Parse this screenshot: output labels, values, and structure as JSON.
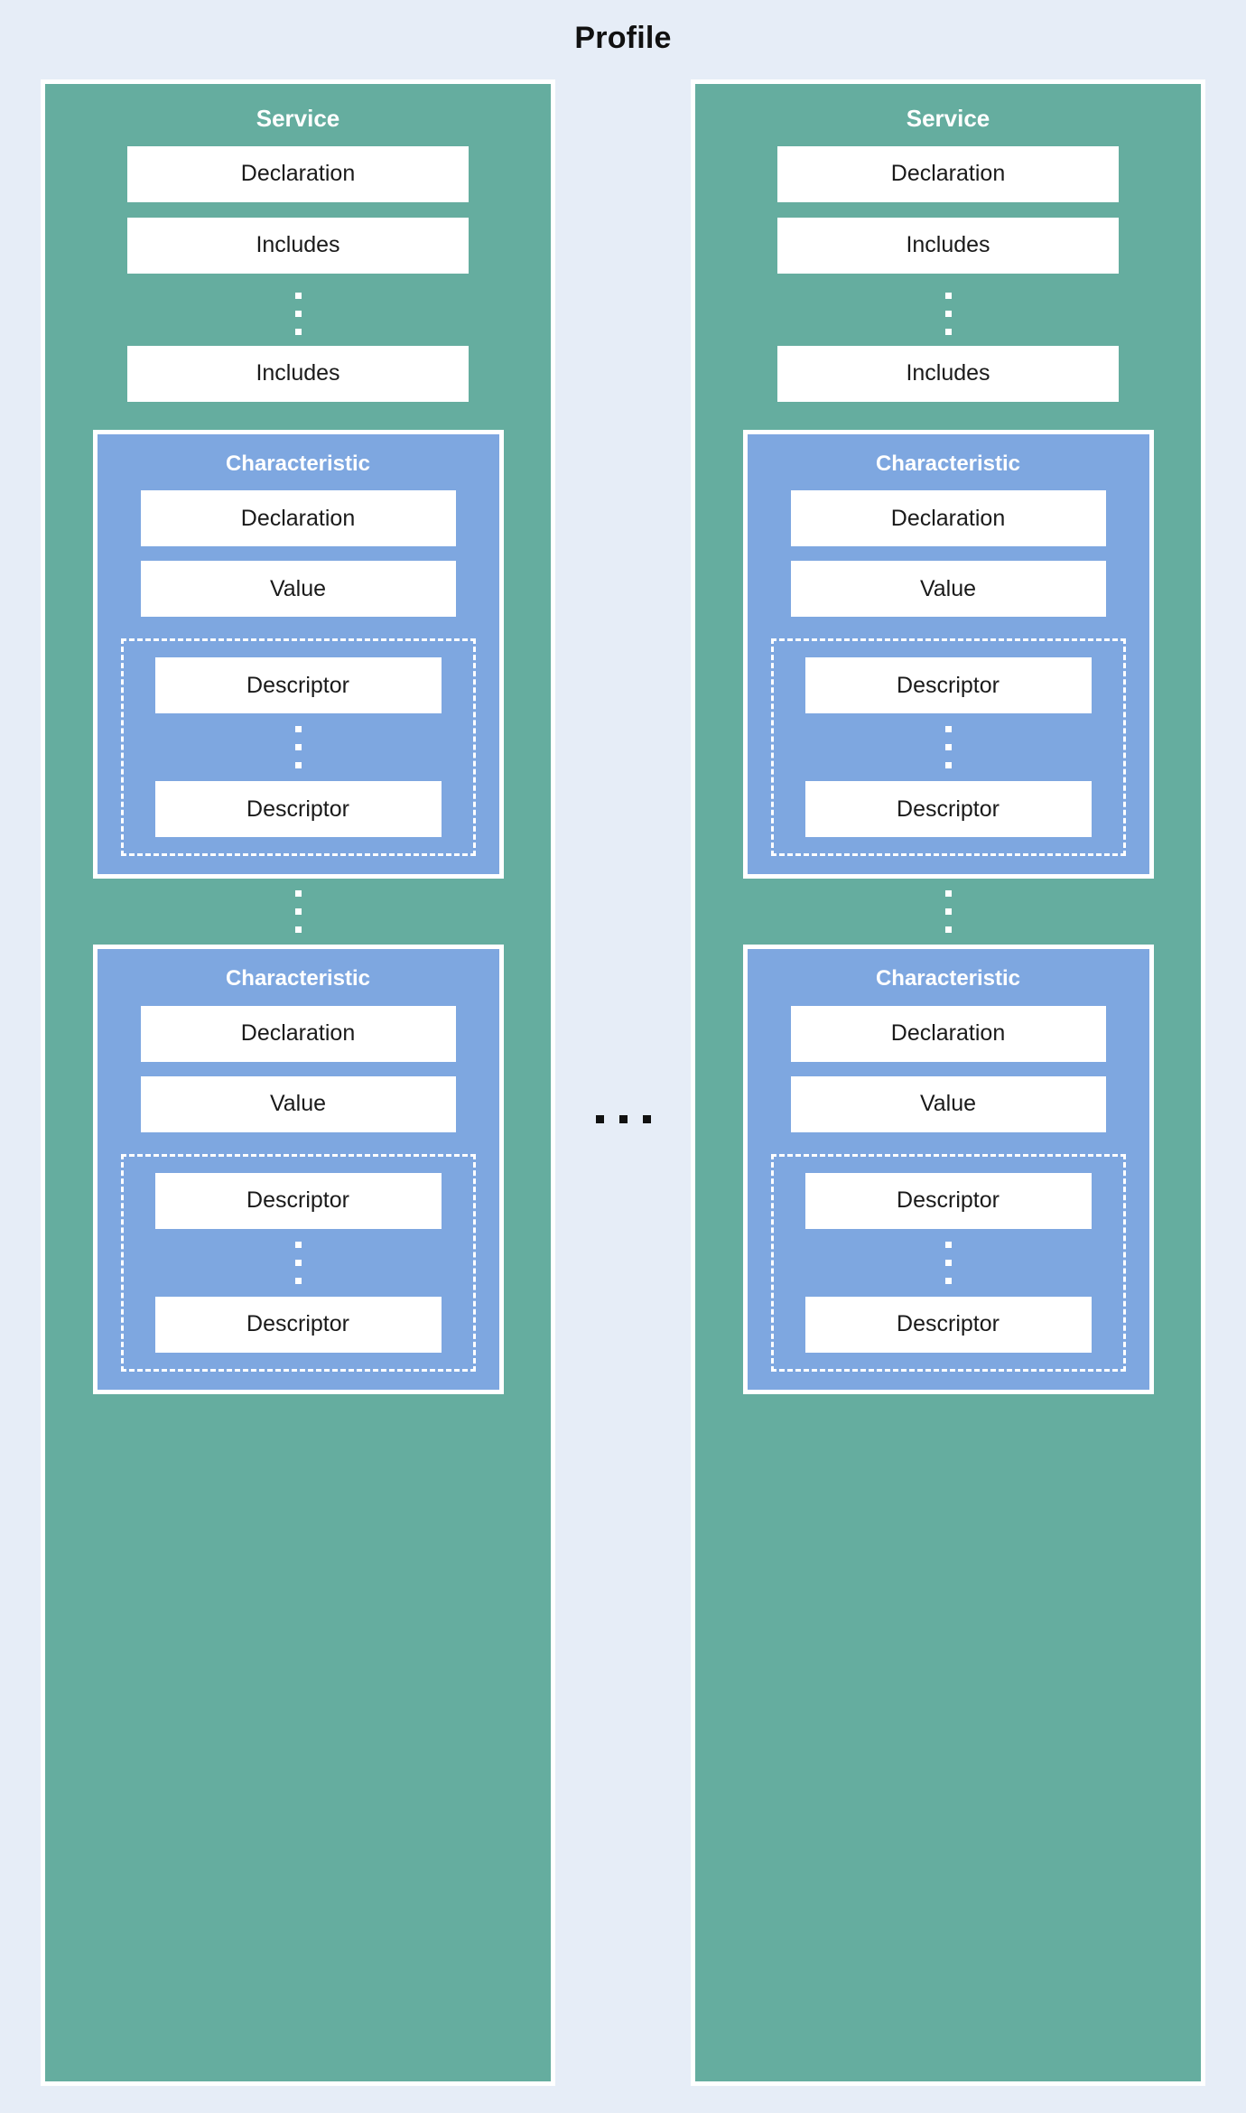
{
  "diagram": {
    "title": "Profile",
    "background_color": "#e6edf7",
    "service_color": "#65ad9f",
    "characteristic_color": "#7ea7e0",
    "box_color": "#ffffff",
    "ellipsis_between_columns": "...",
    "columns": [
      {
        "title": "Service",
        "fields": [
          "Declaration",
          "Includes"
        ],
        "ellipsis": "⋮",
        "trailing_field": "Includes",
        "characteristics": [
          {
            "title": "Characteristic",
            "fields": [
              "Declaration",
              "Value"
            ],
            "descriptor_group": {
              "first": "Descriptor",
              "ellipsis": "⋮",
              "last": "Descriptor"
            }
          },
          {
            "title": "Characteristic",
            "fields": [
              "Declaration",
              "Value"
            ],
            "descriptor_group": {
              "first": "Descriptor",
              "ellipsis": "⋮",
              "last": "Descriptor"
            }
          }
        ],
        "characteristic_ellipsis": "⋮"
      },
      {
        "title": "Service",
        "fields": [
          "Declaration",
          "Includes"
        ],
        "ellipsis": "⋮",
        "trailing_field": "Includes",
        "characteristics": [
          {
            "title": "Characteristic",
            "fields": [
              "Declaration",
              "Value"
            ],
            "descriptor_group": {
              "first": "Descriptor",
              "ellipsis": "⋮",
              "last": "Descriptor"
            }
          },
          {
            "title": "Characteristic",
            "fields": [
              "Declaration",
              "Value"
            ],
            "descriptor_group": {
              "first": "Descriptor",
              "ellipsis": "⋮",
              "last": "Descriptor"
            }
          }
        ],
        "characteristic_ellipsis": "⋮"
      }
    ]
  }
}
